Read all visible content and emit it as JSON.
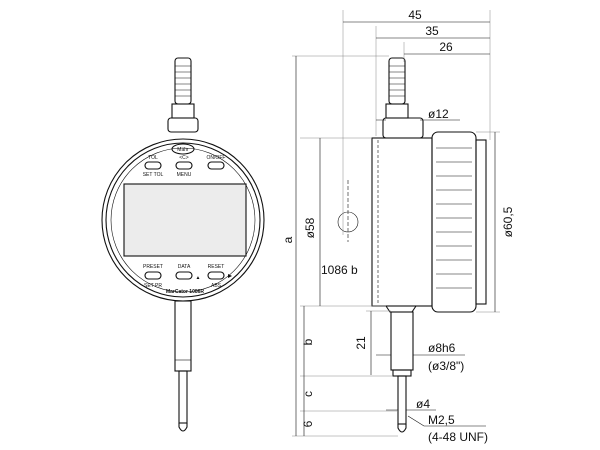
{
  "front_view": {
    "brand": "Mahr",
    "model": "MarCator 1086R",
    "buttons_top": [
      {
        "label": "TOL",
        "sub": "SET TOL"
      },
      {
        "label": "<C>",
        "sub": "MENU"
      },
      {
        "label": "ON/OFF",
        "sub": ""
      }
    ],
    "buttons_bottom": [
      {
        "label": "PRESET",
        "sub": "SET PR"
      },
      {
        "label": "DATA",
        "sub": "▲"
      },
      {
        "label": "RESET",
        "sub": "ABS"
      }
    ]
  },
  "dimensions": {
    "d45": "45",
    "d35": "35",
    "d26": "26",
    "d12": "ø12",
    "d58": "ø58",
    "d60_5": "ø60,5",
    "a": "a",
    "b": "b",
    "c": "c",
    "d6": "6",
    "d21": "21",
    "d8h6": "ø8h6",
    "d3_8": "(ø3/8\")",
    "d4": "ø4",
    "m25": "M2,5",
    "unf": "(4-48 UNF)",
    "variant": "1086 b"
  }
}
